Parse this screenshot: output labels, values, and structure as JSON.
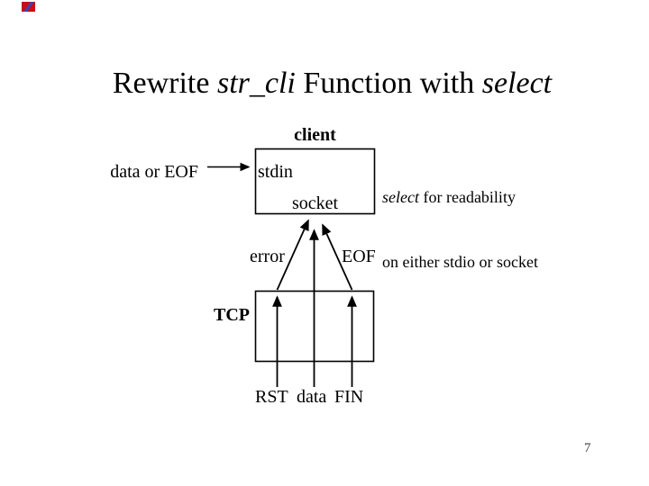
{
  "slide": {
    "title": {
      "part1": "Rewrite ",
      "part2": "str_cli",
      "part3": " Function with ",
      "part4": "select"
    },
    "page_number": "7"
  },
  "diagram": {
    "client_label": "client",
    "client_box": {
      "stdin": "stdin",
      "socket": "socket"
    },
    "left_label": "data or EOF",
    "note": {
      "line1_italic": "select",
      "line1_rest": " for readability",
      "line2": "on either stdio or socket"
    },
    "error_label": "error",
    "eof_label": "EOF",
    "tcp_label": "TCP",
    "bottom_labels": {
      "rst": "RST",
      "data": "data",
      "fin": "FIN"
    }
  },
  "icons": {
    "corner": "slide-marker-icon"
  },
  "colors": {
    "line": "#000000",
    "background": "#ffffff",
    "icon_red": "#c51111",
    "icon_blue": "#3a43b5",
    "page_number_gray": "#3d3d3d"
  }
}
